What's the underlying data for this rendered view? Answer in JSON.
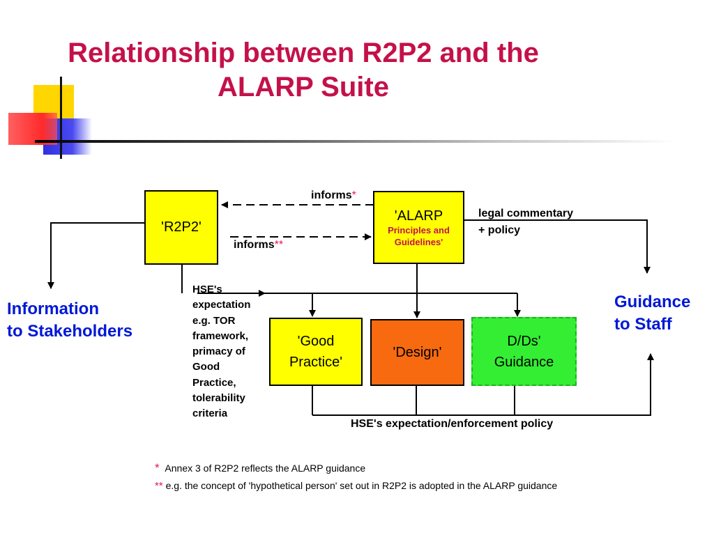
{
  "slide": {
    "title_line1": "Relationship between R2P2 and the",
    "title_line2": "ALARP Suite",
    "colors": {
      "title": "#c4114a",
      "stakeholder_blue": "#0018d6",
      "yellow_box": "#ffff00",
      "orange_box": "#f76a0f",
      "green_box": "#33ee33",
      "footnote_star": "#e8145a"
    }
  },
  "boxes": {
    "r2p2": "'R2P2'",
    "alarp_title": "'ALARP",
    "alarp_sub1": "Principles and",
    "alarp_sub2": "Guidelines'",
    "good_practice_line1": "'Good",
    "good_practice_line2": "Practice'",
    "design": "'Design'",
    "dds_line1": "D/Ds'",
    "dds_line2": "Guidance"
  },
  "labels": {
    "informs_top": "informs",
    "informs_top_mark": "*",
    "informs_bottom": "informs",
    "informs_bottom_mark": "**",
    "legal_line1": "legal commentary",
    "legal_line2": "+ policy",
    "hse_exp_lines": [
      "HSE's",
      "expectation",
      "e.g. TOR",
      "framework,",
      "primacy of",
      "Good",
      "Practice,",
      "tolerability",
      "criteria"
    ],
    "hse_enforcement": "HSE's expectation/enforcement policy",
    "info_line1": "Information",
    "info_line2": "to Stakeholders",
    "guidance_line1": "Guidance",
    "guidance_line2": "to Staff"
  },
  "footnotes": [
    {
      "mark": "*",
      "text": "Annex 3 of R2P2 reflects the ALARP guidance"
    },
    {
      "mark": "**",
      "text": "e.g. the concept of 'hypothetical person' set out in R2P2 is adopted in the ALARP guidance"
    }
  ]
}
